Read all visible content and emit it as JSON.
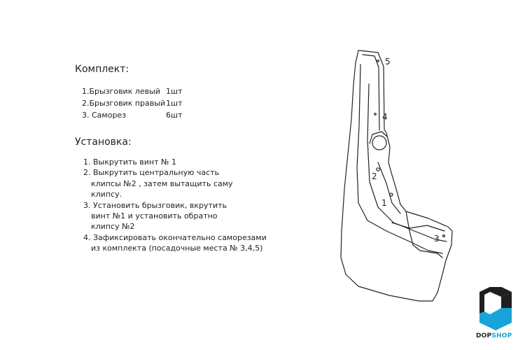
{
  "kit": {
    "heading": "Комплект:",
    "items": [
      {
        "name": "1.Брызговик левый",
        "qty": "1шт"
      },
      {
        "name": "2.Брызговик правый",
        "qty": "1шт"
      },
      {
        "name": "3. Саморез",
        "qty": "6шт"
      }
    ]
  },
  "install": {
    "heading": "Установка:",
    "steps": [
      "1. Выкрутить винт № 1",
      "2. Выкрутить центральную часть",
      "клипсы №2 , затем вытащить саму",
      "клипсу.",
      "3. Установить брызговик, вкрутить",
      "винт №1 и установить обратно",
      "клипсу №2",
      "4. Зафиксировать окончательно саморезами",
      "из комплекта (посадочные места № 3,4,5)"
    ]
  },
  "drawing": {
    "callouts": [
      "5",
      "4",
      "2",
      "1",
      "3"
    ]
  },
  "logo": {
    "text_dark": "DOP",
    "text_accent": "SHOP",
    "accent_color": "#1aa3d9",
    "dark_color": "#1f1f1f"
  }
}
